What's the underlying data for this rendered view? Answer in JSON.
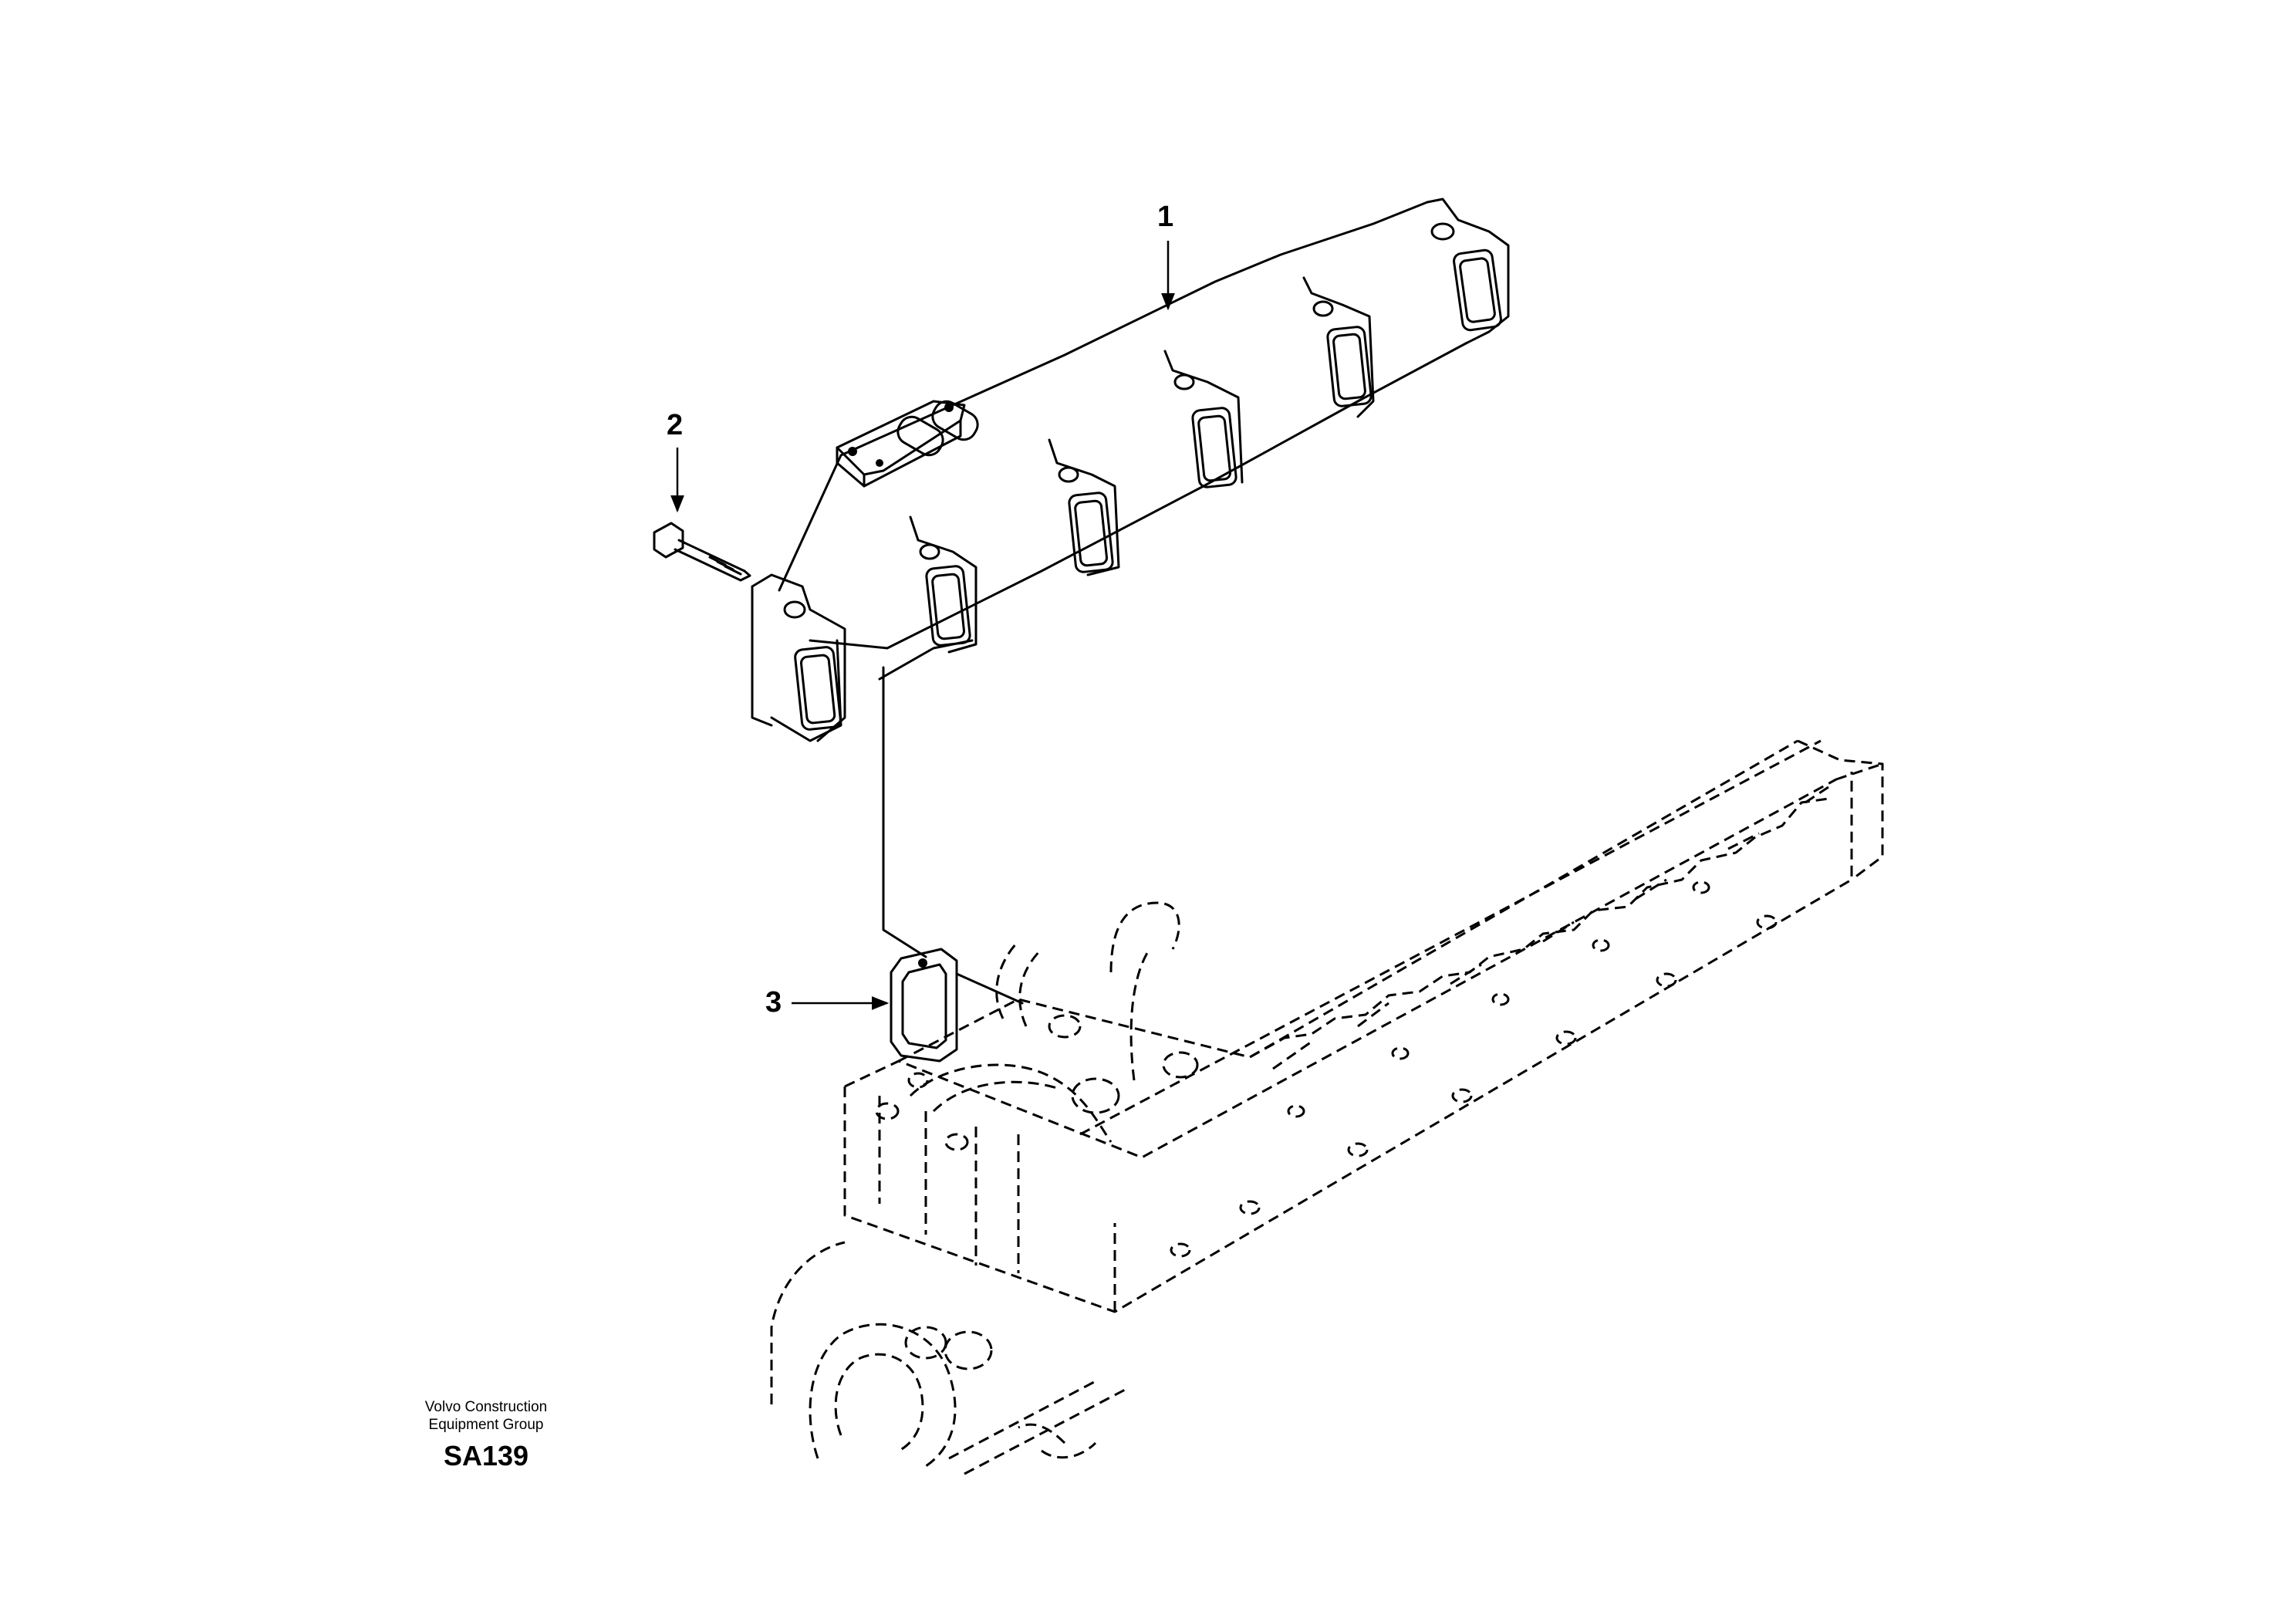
{
  "diagram": {
    "callouts": [
      {
        "id": "1",
        "label": "1"
      },
      {
        "id": "2",
        "label": "2"
      },
      {
        "id": "3",
        "label": "3"
      }
    ],
    "credit": {
      "org_line1": "Volvo Construction",
      "org_line2": "Equipment Group",
      "code": "SA139"
    }
  }
}
